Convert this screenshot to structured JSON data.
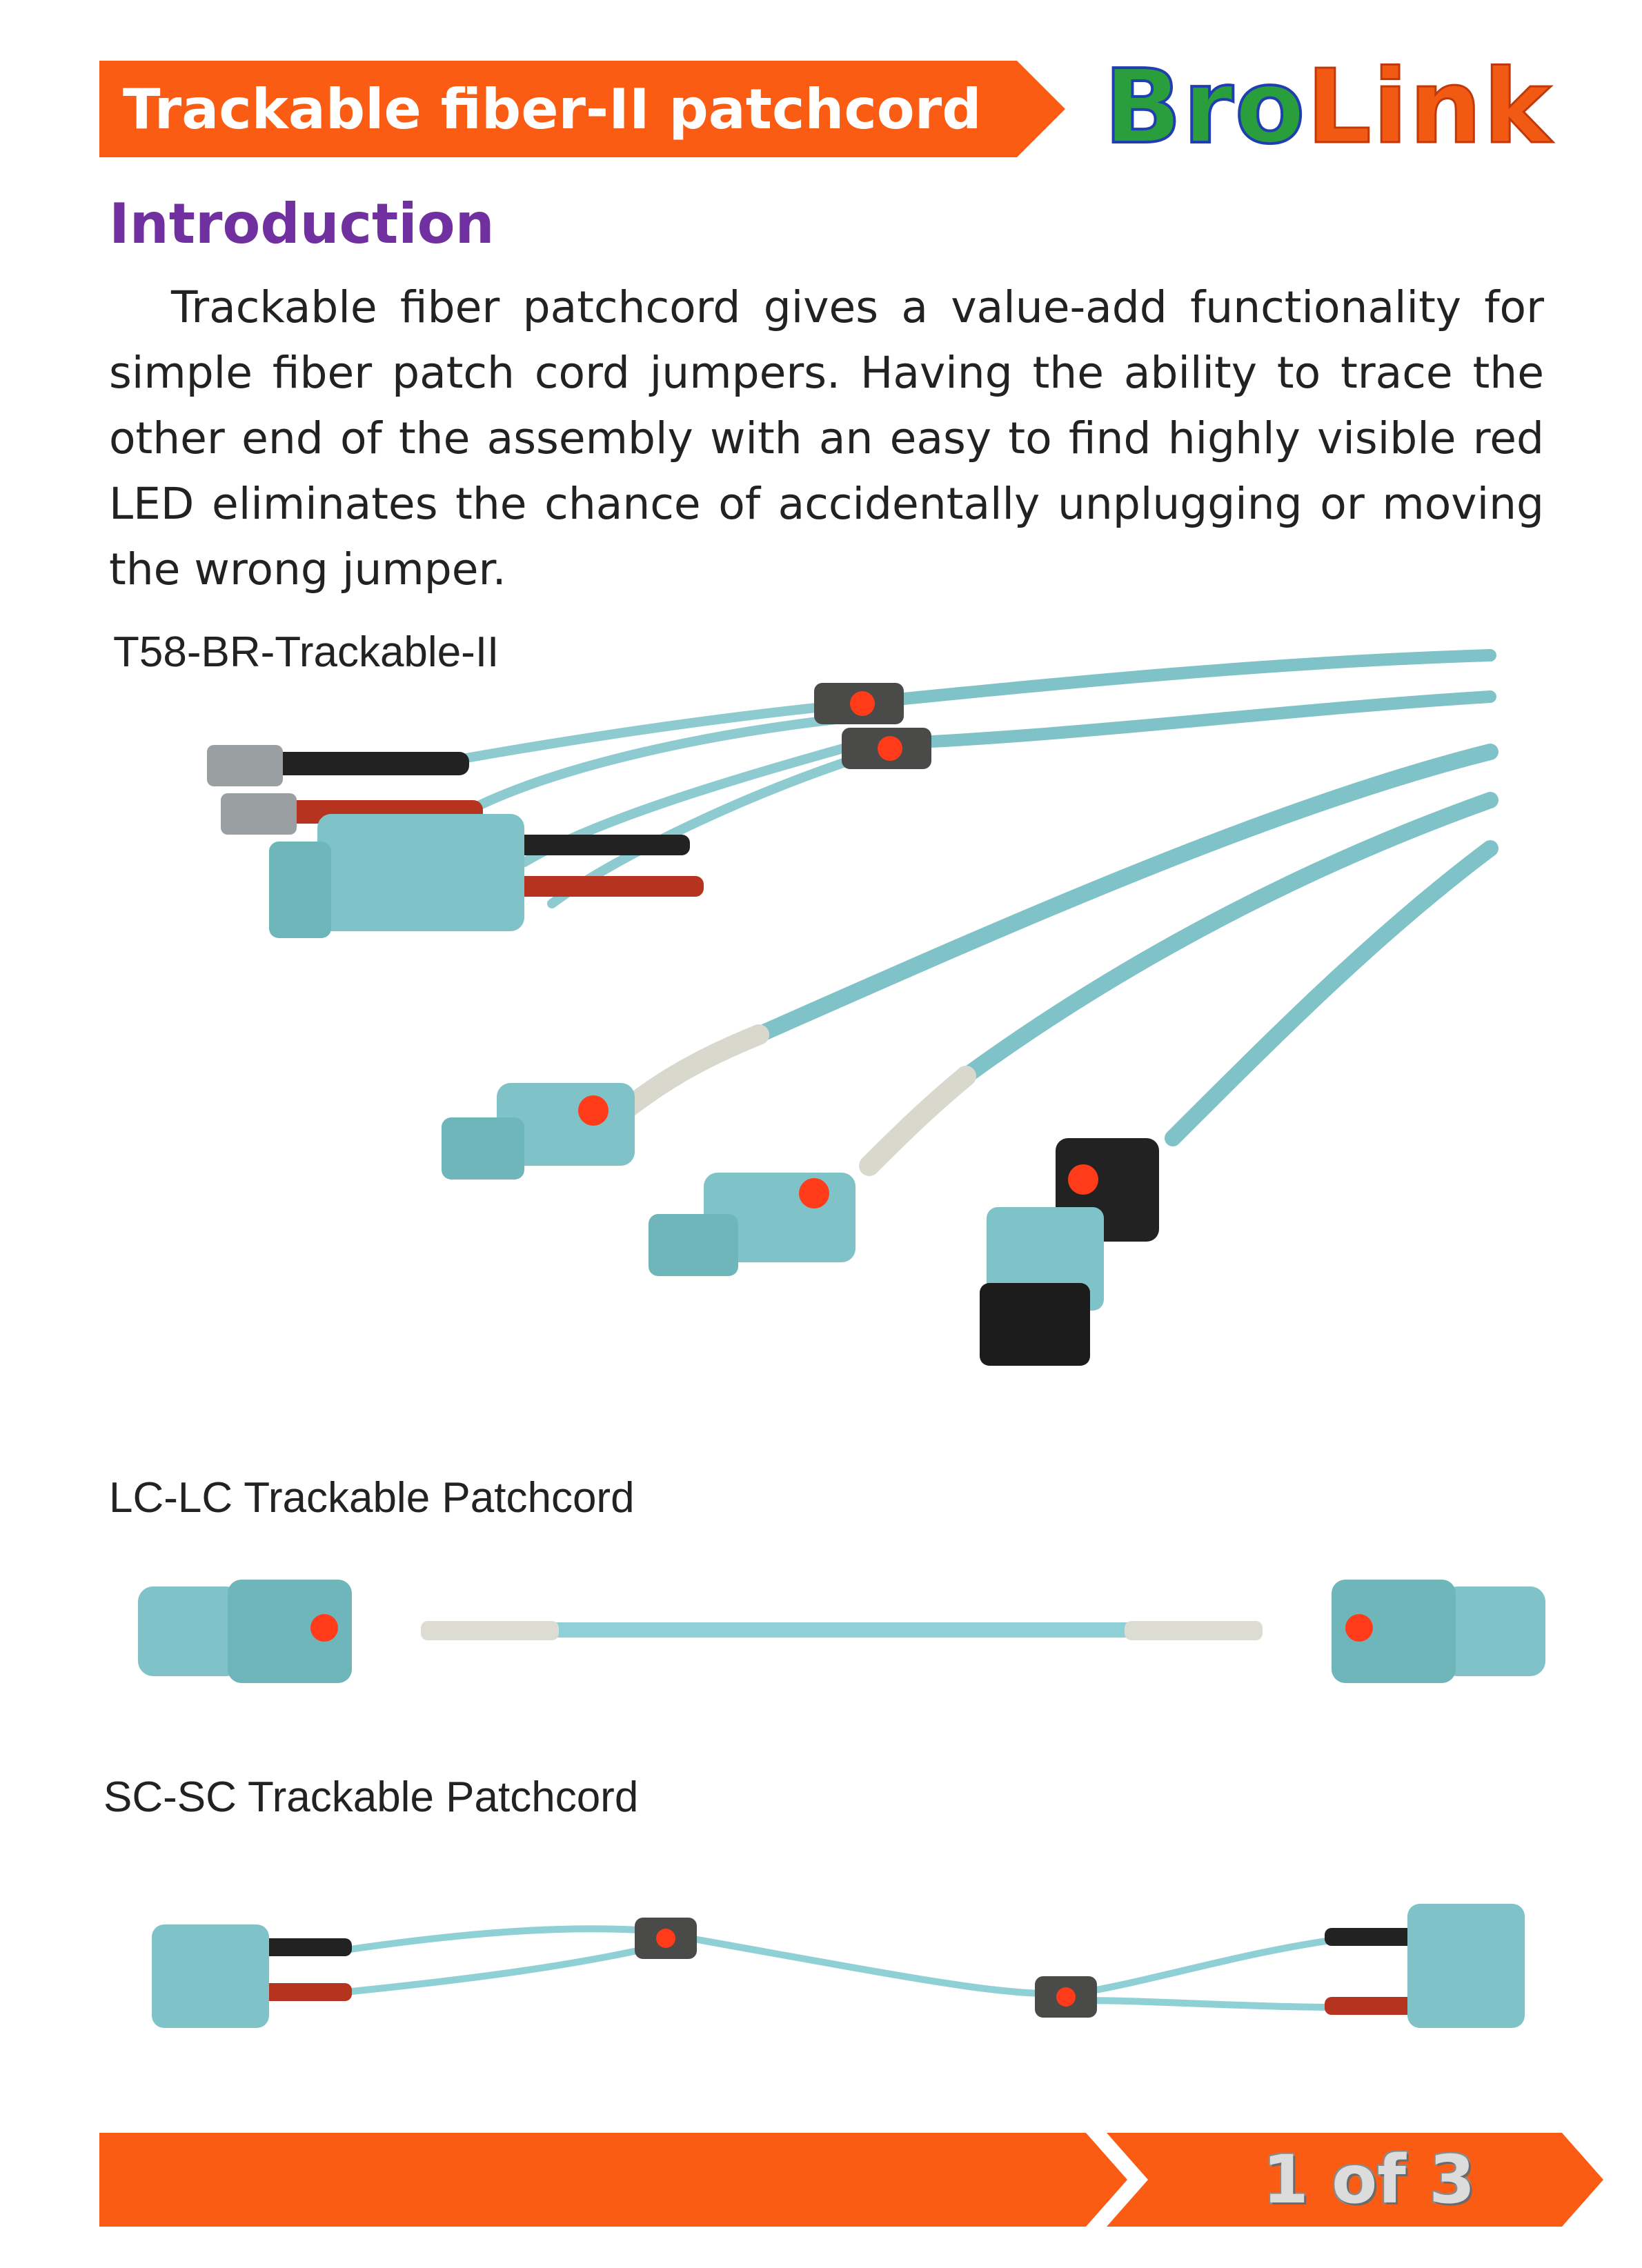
{
  "header": {
    "title": "Trackable fiber-II patchcord",
    "color": "#fb5c13"
  },
  "logo": {
    "part1": "Bro",
    "part2": "Link"
  },
  "intro": {
    "heading": "Introduction",
    "body": "Trackable fiber patchcord gives a value-add functionality for simple fiber patch cord jumpers. Having the ability to trace the other end of the assembly with an easy to find highly visible red LED eliminates the chance of accidentally unplugging or moving the wrong jumper."
  },
  "products": [
    {
      "caption": "T58-BR-Trackable-II"
    },
    {
      "caption": "LC-LC  Trackable Patchcord"
    },
    {
      "caption": "SC-SC  Trackable Patchcord"
    }
  ],
  "footer": {
    "page": "1 of  3"
  },
  "colors": {
    "aqua": "#7fc3c8",
    "led": "#ff3b1a",
    "heading": "#7030a0"
  }
}
